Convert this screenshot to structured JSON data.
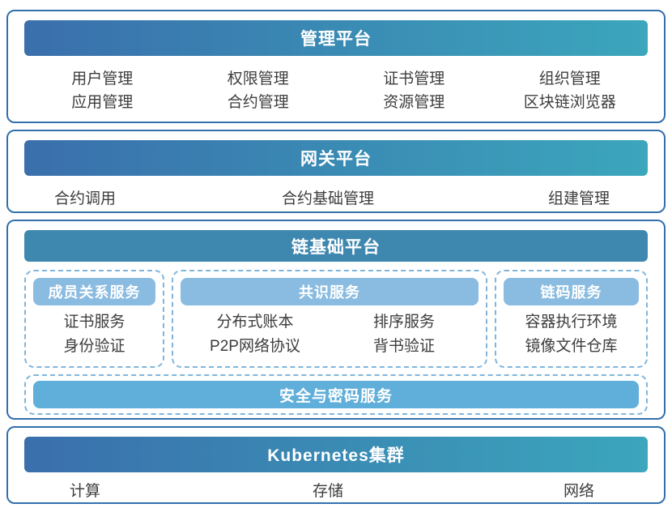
{
  "palette": {
    "outer_border": "#3370AC",
    "header_gradient_start": "#3A6FAC",
    "header_gradient_end": "#3BA6BC",
    "chain_header_bg": "#3E87AF",
    "group_pill_bg": "#8ABBE0",
    "security_bar_bg": "#60AEDA",
    "dashed_border": "#7FB5DC",
    "item_text": "#3D3D3D"
  },
  "sections": {
    "management": {
      "title": "管理平台",
      "items": [
        "用户管理",
        "权限管理",
        "证书管理",
        "组织管理",
        "应用管理",
        "合约管理",
        "资源管理",
        "区块链浏览器"
      ]
    },
    "gateway": {
      "title": "网关平台",
      "items": [
        "合约调用",
        "合约基础管理",
        "组建管理"
      ]
    },
    "chain": {
      "title": "链基础平台",
      "groups": [
        {
          "title": "成员关系服务",
          "items": [
            "证书服务",
            "身份验证"
          ]
        },
        {
          "title": "共识服务",
          "items": [
            "分布式账本",
            "排序服务",
            "P2P网络协议",
            "背书验证"
          ]
        },
        {
          "title": "链码服务",
          "items": [
            "容器执行环境",
            "镜像文件仓库"
          ]
        }
      ],
      "security": {
        "title": "安全与密码服务"
      }
    },
    "kubernetes": {
      "title": "Kubernetes集群",
      "items": [
        "计算",
        "存储",
        "网络"
      ]
    }
  }
}
